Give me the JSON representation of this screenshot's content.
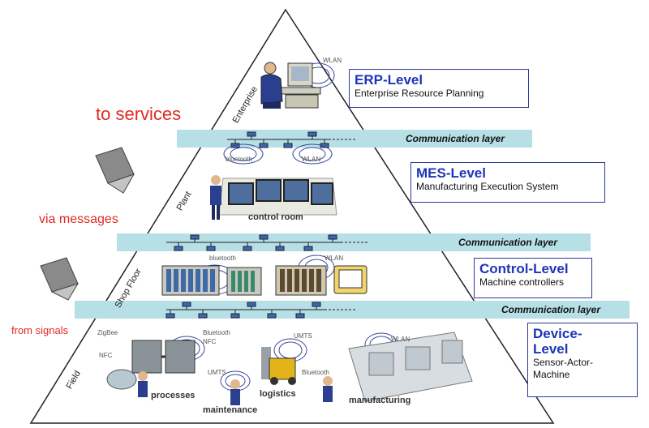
{
  "side_labels": {
    "services": "to services",
    "messages": "via messages",
    "signals": "from signals"
  },
  "pyramid_zones": {
    "enterprise": "Enterprise",
    "plant": "Plant",
    "shop_floor": "Shop Floor",
    "field": "Field"
  },
  "communication_layers": [
    {
      "label": "Communication layer"
    },
    {
      "label": "Communication layer"
    },
    {
      "label": "Communication layer"
    }
  ],
  "levels": {
    "erp": {
      "title": "ERP-Level",
      "subtitle": "Enterprise Resource Planning"
    },
    "mes": {
      "title": "MES-Level",
      "subtitle": "Manufacturing Execution System"
    },
    "control": {
      "title": "Control-Level",
      "subtitle": "Machine controllers"
    },
    "device": {
      "title_line1": "Device-",
      "title_line2": "Level",
      "subtitle_line1": "Sensor-Actor-",
      "subtitle_line2": "Machine"
    }
  },
  "wireless_labels": {
    "enterprise_wlan": "WLAN",
    "plant_bluetooth": "bluetooth",
    "plant_wlan": "WLAN",
    "shop_bluetooth": "bluetooth",
    "shop_wlan": "WLAN",
    "field_zigbee": "ZigBee",
    "field_nfc": "NFC",
    "field_bluetooth": "Bluetooth",
    "field_nfc2": "NFC",
    "field_umts": "UMTS",
    "field_umts2": "UMTS",
    "field_bluetooth2": "Bluetooth",
    "field_wlan": "WLAN"
  },
  "captions": {
    "control_room": "control room",
    "processes": "processes",
    "maintenance": "maintenance",
    "logistics": "logistics",
    "manufacturing": "manufacturing"
  },
  "colors": {
    "comm_band": "#b6dfe6",
    "level_title": "#1e35b8",
    "side_text": "#e02a22",
    "node_blue": "#3a68b8"
  }
}
